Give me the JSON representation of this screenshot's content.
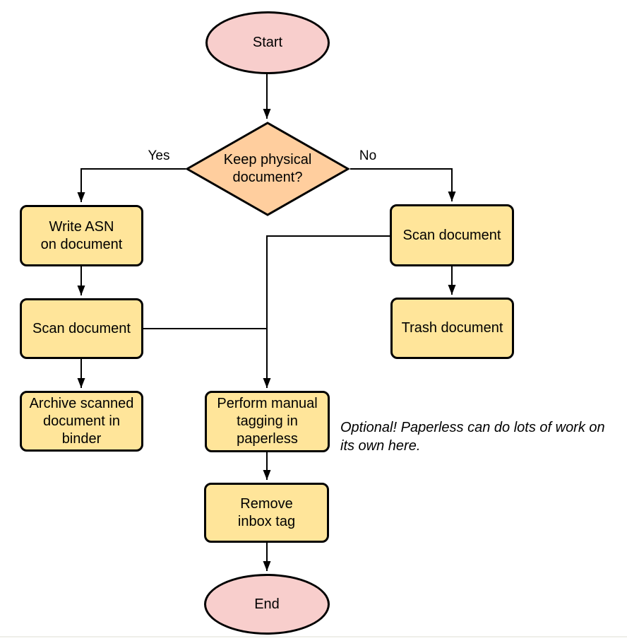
{
  "diagram": {
    "type": "flowchart",
    "nodes": {
      "start": {
        "label": "Start",
        "shape": "terminator"
      },
      "keep_physical": {
        "label": "Keep physical\ndocument?",
        "shape": "decision"
      },
      "write_asn": {
        "label": "Write ASN\non document",
        "shape": "process"
      },
      "scan_document_left": {
        "label": "Scan document",
        "shape": "process"
      },
      "archive_binder": {
        "label": "Archive scanned\ndocument in\nbinder",
        "shape": "process"
      },
      "scan_document_right": {
        "label": "Scan document",
        "shape": "process"
      },
      "trash_document": {
        "label": "Trash document",
        "shape": "process"
      },
      "manual_tagging": {
        "label": "Perform manual\ntagging in\npaperless",
        "shape": "process"
      },
      "remove_inbox_tag": {
        "label": "Remove\ninbox tag",
        "shape": "process"
      },
      "end": {
        "label": "End",
        "shape": "terminator"
      }
    },
    "edge_labels": {
      "yes": "Yes",
      "no": "No"
    },
    "edges": [
      {
        "from": "start",
        "to": "keep_physical",
        "label": ""
      },
      {
        "from": "keep_physical",
        "to": "write_asn",
        "label": "Yes"
      },
      {
        "from": "keep_physical",
        "to": "scan_document_right",
        "label": "No"
      },
      {
        "from": "write_asn",
        "to": "scan_document_left",
        "label": ""
      },
      {
        "from": "scan_document_left",
        "to": "archive_binder",
        "label": ""
      },
      {
        "from": "scan_document_right",
        "to": "trash_document",
        "label": ""
      },
      {
        "from": "scan_document_left",
        "to": "manual_tagging",
        "label": ""
      },
      {
        "from": "scan_document_right",
        "to": "manual_tagging",
        "label": ""
      },
      {
        "from": "manual_tagging",
        "to": "remove_inbox_tag",
        "label": ""
      },
      {
        "from": "remove_inbox_tag",
        "to": "end",
        "label": ""
      }
    ],
    "annotation": "Optional! Paperless can do lots of work on\nits own here.",
    "colors": {
      "terminator_fill": "#f8cecc",
      "decision_fill": "#ffce9e",
      "process_fill": "#ffe59a",
      "stroke": "#000000",
      "text": "#000000"
    }
  }
}
